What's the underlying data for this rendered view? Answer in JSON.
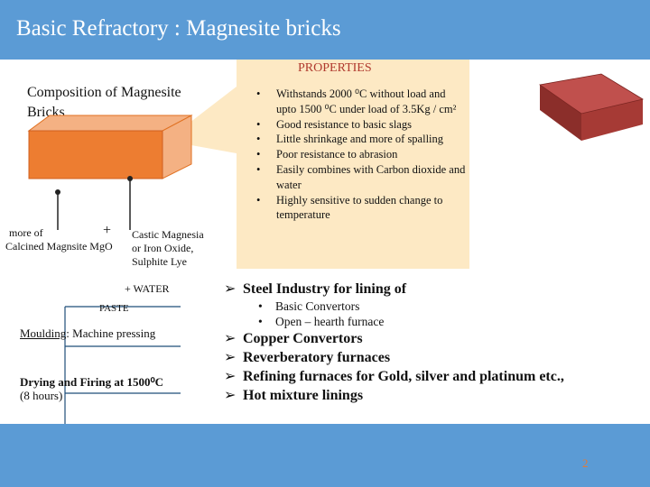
{
  "slide": {
    "title": "Basic Refractory : Magnesite bricks",
    "page_number": "2"
  },
  "properties": {
    "heading": "PROPERTIES",
    "items": [
      "Withstands  2000 ⁰C without load and upto 1500 ⁰C under load of 3.5Kg / cm²",
      "Good resistance to basic slags",
      "Little shrinkage and more of spalling",
      "Poor resistance to abrasion",
      "Easily combines with Carbon dioxide and water",
      "Highly sensitive to sudden change to temperature"
    ]
  },
  "composition": {
    "title_line1": "Composition of Magnesite",
    "title_line2": "Bricks",
    "left_label_line1": "more of",
    "left_label_line2": "Calcined Magnsite MgO",
    "plus": "+",
    "right_label_line1": "Castic Magnesia",
    "right_label_line2": "or Iron Oxide,",
    "right_label_line3": "Sulphite Lye"
  },
  "process": {
    "water": "+ WATER",
    "paste": "PASTE",
    "moulding_bold": "Moulding",
    "moulding_rest": ": Machine pressing",
    "drying_line1": "Drying and Firing at 1500⁰C",
    "drying_line2": "(8 hours)"
  },
  "applications": {
    "steel": "Steel Industry for lining of",
    "steel_sub": [
      "Basic Convertors",
      "Open – hearth furnace"
    ],
    "others": [
      "Copper Convertors",
      "Reverberatory furnaces",
      "Refining furnaces for Gold, silver and platinum etc.,",
      "Hot mixture linings"
    ]
  },
  "colors": {
    "header": "#5b9bd5",
    "callout": "#fde9c4",
    "brick_face": "#ed7d31",
    "heading_red": "#b03a2e"
  }
}
